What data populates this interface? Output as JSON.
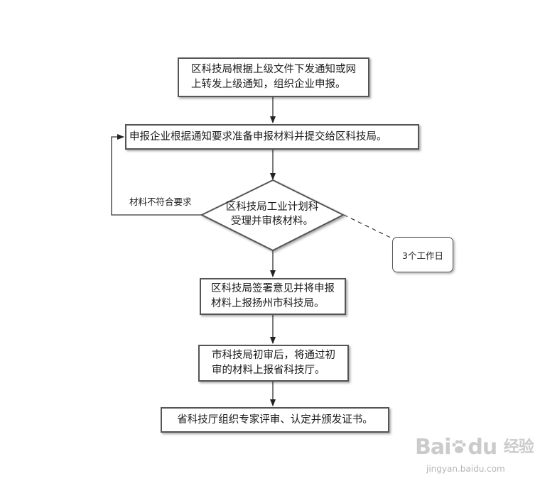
{
  "flow": {
    "step1": [
      "区科技局根据上级文件下发通知或网",
      "上转发上级通知，组织企业申报。"
    ],
    "step2": "申报企业根据通知要求准备申报材料并提交给区科技局。",
    "decision": [
      "区科技局工业计划科",
      "受理并审核材料。"
    ],
    "step3": [
      "区科技局签署意见并将申报",
      "材料上报扬州市科技局。"
    ],
    "step4": [
      "市科技局初审后，将通过初",
      "审的材料上报省科技厅。"
    ],
    "step5": "省科技厅组织专家评审、认定并颁发证书。",
    "loop_label": "材料不符合要求",
    "note": "3个工作日"
  },
  "watermark": {
    "brand_a": "Bai",
    "brand_b": "du",
    "brand_cn": "经验",
    "url": "jingyan.baidu.com"
  }
}
